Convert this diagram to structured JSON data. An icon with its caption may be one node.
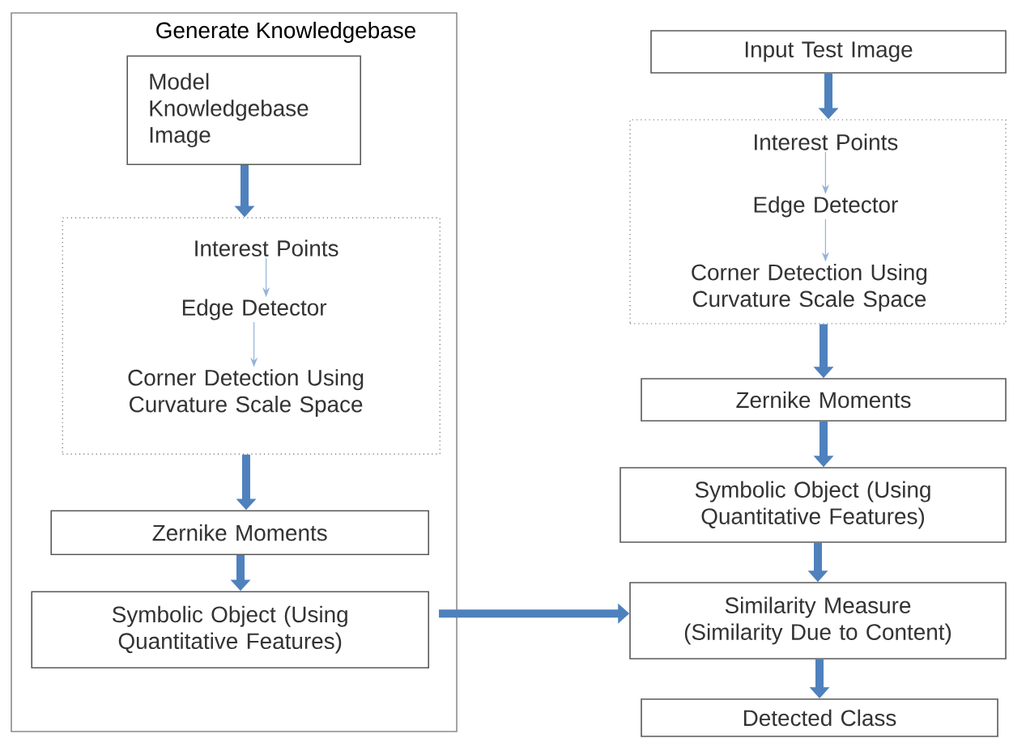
{
  "diagram": {
    "nodes": [
      {
        "text": [
          "Generate Knowledgebase"
        ]
      },
      {
        "text": [
          "Model Knowledgebase Image"
        ],
        "in": 0
      },
      {
        "text": [],
        "shape": "box",
        "in": 0
      },
      {
        "text": [
          "Interest Points"
        ],
        "in": 2
      },
      {
        "text": [
          "Edge Detector"
        ],
        "in": 2
      },
      {
        "text": [
          "Corner Detection Using Curvature Scale Space"
        ],
        "in": 2
      },
      {
        "text": [
          "Zernike Moments"
        ],
        "in": 0
      },
      {
        "text": [
          "Symbolic Object (Using Quantitative Features)"
        ],
        "in": 0
      },
      {
        "text": [
          "Input Test Image"
        ]
      },
      {
        "text": [],
        "shape": "box"
      },
      {
        "text": [
          "Interest Points"
        ],
        "in": 9
      },
      {
        "text": [
          "Edge Detector"
        ],
        "in": 9
      },
      {
        "text": [
          "Corner Detection Using Curvature Scale Space"
        ],
        "in": 9
      },
      {
        "text": [
          "Zernike Moments"
        ]
      },
      {
        "text": [
          "Symbolic Object (Using Quantitative Features)"
        ]
      },
      {
        "text": [
          "Similarity Measure (Similarity Due to Content)"
        ]
      },
      {
        "text": [
          "Detected Class"
        ]
      }
    ],
    "edges": [
      {
        "from": 1,
        "to": 2,
        "arrow": "to"
      },
      {
        "from": 3,
        "to": 4,
        "arrow": "to",
        "color": "#95b3d7"
      },
      {
        "from": 4,
        "to": 5,
        "arrow": "to",
        "color": "#95b3d7"
      },
      {
        "from": 2,
        "to": 6,
        "arrow": "to"
      },
      {
        "from": 6,
        "to": 7,
        "arrow": "to"
      },
      {
        "from": 7,
        "to": 15,
        "arrow": "to"
      },
      {
        "from": 8,
        "to": 9,
        "arrow": "to"
      },
      {
        "from": 10,
        "to": 11,
        "arrow": "to",
        "color": "#95b3d7"
      },
      {
        "from": 11,
        "to": 12,
        "arrow": "to",
        "color": "#95b3d7"
      },
      {
        "from": 9,
        "to": 13,
        "arrow": "to"
      },
      {
        "from": 13,
        "to": 14,
        "arrow": "to"
      },
      {
        "from": 14,
        "to": 15,
        "arrow": "to"
      },
      {
        "from": 15,
        "to": 16,
        "arrow": "to"
      }
    ]
  }
}
